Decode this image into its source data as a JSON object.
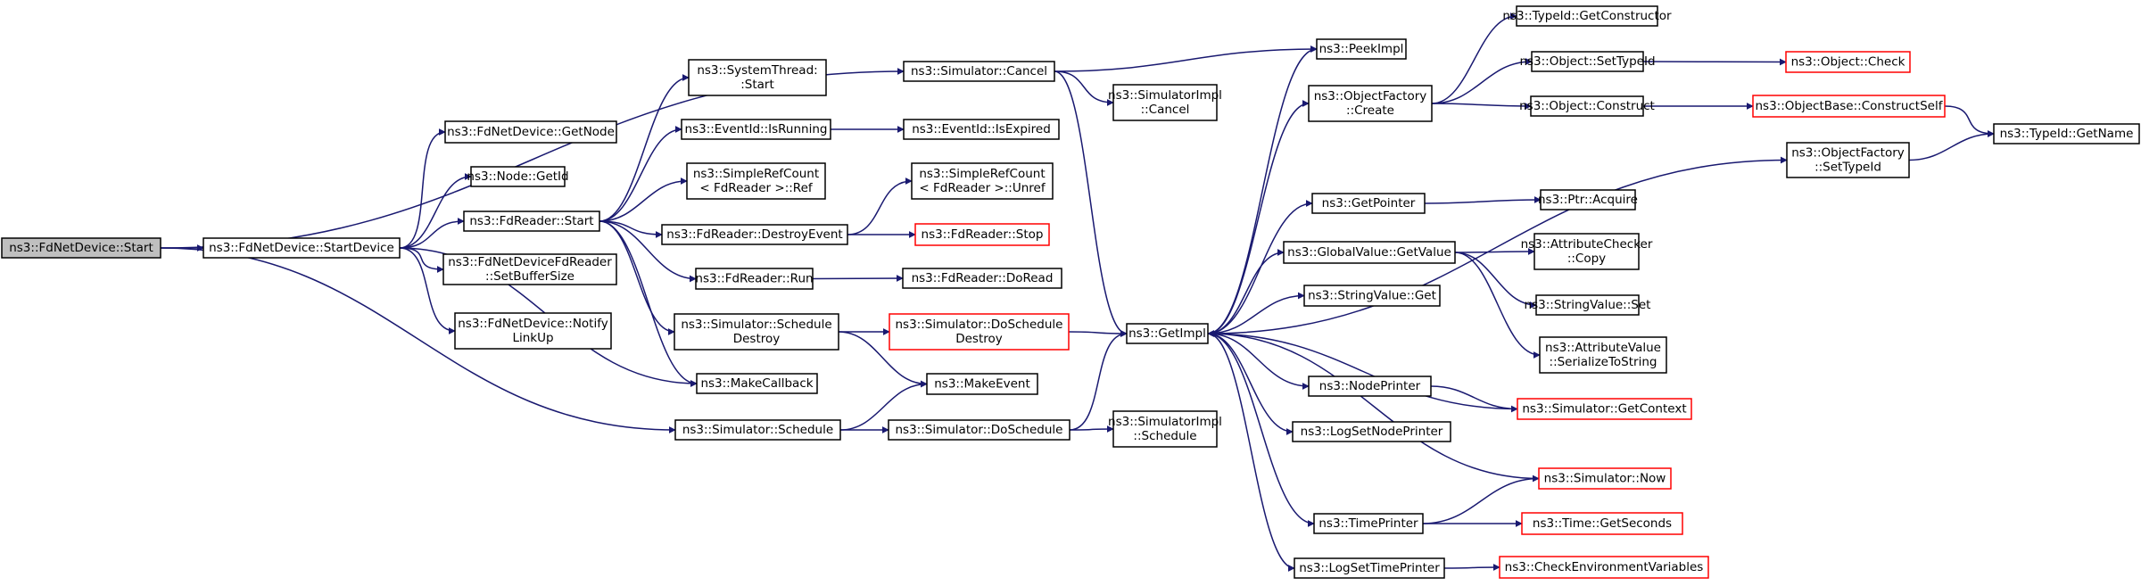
{
  "colors": {
    "edge": "#191970",
    "root_fill": "#bfbfbf",
    "external_border": "#ff0000",
    "node_border": "#000000"
  },
  "nodes": {
    "n_start": {
      "lines": [
        "ns3::FdNetDevice::Start"
      ],
      "style": "root"
    },
    "n_startdev": {
      "lines": [
        "ns3::FdNetDevice::StartDevice"
      ]
    },
    "n_cancel": {
      "lines": [
        "ns3::Simulator::Cancel"
      ]
    },
    "n_schedule": {
      "lines": [
        "ns3::Simulator::Schedule"
      ]
    },
    "n_getnode": {
      "lines": [
        "ns3::FdNetDevice::GetNode"
      ]
    },
    "n_getid": {
      "lines": [
        "ns3::Node::GetId"
      ]
    },
    "n_frstart": {
      "lines": [
        "ns3::FdReader::Start"
      ]
    },
    "n_setbuf": {
      "lines": [
        "ns3::FdNetDeviceFdReader",
        "::SetBufferSize"
      ]
    },
    "n_notify": {
      "lines": [
        "ns3::FdNetDevice::Notify",
        "LinkUp"
      ]
    },
    "n_makecb": {
      "lines": [
        "ns3::MakeCallback"
      ]
    },
    "n_systhread": {
      "lines": [
        "ns3::SystemThread:",
        ":Start"
      ]
    },
    "n_isrunning": {
      "lines": [
        "ns3::EventId::IsRunning"
      ]
    },
    "n_simpleref": {
      "lines": [
        "ns3::SimpleRefCount",
        "< FdReader >::Ref"
      ]
    },
    "n_destroyev": {
      "lines": [
        "ns3::FdReader::DestroyEvent"
      ]
    },
    "n_run": {
      "lines": [
        "ns3::FdReader::Run"
      ]
    },
    "n_schdestroy": {
      "lines": [
        "ns3::Simulator::Schedule",
        "Destroy"
      ]
    },
    "n_makeevent": {
      "lines": [
        "ns3::MakeEvent"
      ]
    },
    "n_doschedule": {
      "lines": [
        "ns3::Simulator::DoSchedule"
      ]
    },
    "n_simimplcancel": {
      "lines": [
        "ns3::SimulatorImpl",
        "::Cancel"
      ]
    },
    "n_isexpired": {
      "lines": [
        "ns3::EventId::IsExpired"
      ]
    },
    "n_unref": {
      "lines": [
        "ns3::SimpleRefCount",
        "< FdReader >::Unref"
      ]
    },
    "n_stop": {
      "lines": [
        "ns3::FdReader::Stop"
      ],
      "style": "red"
    },
    "n_doread": {
      "lines": [
        "ns3::FdReader::DoRead"
      ]
    },
    "n_doschdestroy": {
      "lines": [
        "ns3::Simulator::DoSchedule",
        "Destroy"
      ],
      "style": "red"
    },
    "n_simimplsched": {
      "lines": [
        "ns3::SimulatorImpl",
        "::Schedule"
      ]
    },
    "n_getimpl": {
      "lines": [
        "ns3::GetImpl"
      ]
    },
    "n_peekimpl": {
      "lines": [
        "ns3::PeekImpl"
      ]
    },
    "n_objfactcreate": {
      "lines": [
        "ns3::ObjectFactory",
        "::Create"
      ]
    },
    "n_getpointer": {
      "lines": [
        "ns3::GetPointer"
      ]
    },
    "n_gvgetvalue": {
      "lines": [
        "ns3::GlobalValue::GetValue"
      ]
    },
    "n_strvalget": {
      "lines": [
        "ns3::StringValue::Get"
      ]
    },
    "n_nodeprinter": {
      "lines": [
        "ns3::NodePrinter"
      ]
    },
    "n_logsetnode": {
      "lines": [
        "ns3::LogSetNodePrinter"
      ]
    },
    "n_timeprinter": {
      "lines": [
        "ns3::TimePrinter"
      ]
    },
    "n_logsettime": {
      "lines": [
        "ns3::LogSetTimePrinter"
      ]
    },
    "n_getctor": {
      "lines": [
        "ns3::TypeId::GetConstructor"
      ]
    },
    "n_settypeid": {
      "lines": [
        "ns3::Object::SetTypeId"
      ]
    },
    "n_construct": {
      "lines": [
        "ns3::Object::Construct"
      ]
    },
    "n_ofsettypeid": {
      "lines": [
        "ns3::ObjectFactory",
        "::SetTypeId"
      ]
    },
    "n_ptracquire": {
      "lines": [
        "ns3::Ptr::Acquire"
      ]
    },
    "n_attrcheckcopy": {
      "lines": [
        "ns3::AttributeChecker",
        "::Copy"
      ]
    },
    "n_strvalset": {
      "lines": [
        "ns3::StringValue::Set"
      ]
    },
    "n_attrvalser": {
      "lines": [
        "ns3::AttributeValue",
        "::SerializeToString"
      ]
    },
    "n_getcontext": {
      "lines": [
        "ns3::Simulator::GetContext"
      ],
      "style": "red"
    },
    "n_simnow": {
      "lines": [
        "ns3::Simulator::Now"
      ],
      "style": "red"
    },
    "n_getseconds": {
      "lines": [
        "ns3::Time::GetSeconds"
      ],
      "style": "red"
    },
    "n_checkenv": {
      "lines": [
        "ns3::CheckEnvironmentVariables"
      ],
      "style": "red"
    },
    "n_objcheck": {
      "lines": [
        "ns3::Object::Check"
      ],
      "style": "red"
    },
    "n_constructself": {
      "lines": [
        "ns3::ObjectBase::ConstructSelf"
      ],
      "style": "red"
    },
    "n_getname": {
      "lines": [
        "ns3::TypeId::GetName"
      ]
    }
  },
  "edges": [
    [
      "n_start",
      "n_startdev"
    ],
    [
      "n_start",
      "n_cancel"
    ],
    [
      "n_start",
      "n_schedule"
    ],
    [
      "n_startdev",
      "n_getnode"
    ],
    [
      "n_startdev",
      "n_getid"
    ],
    [
      "n_startdev",
      "n_frstart"
    ],
    [
      "n_startdev",
      "n_setbuf"
    ],
    [
      "n_startdev",
      "n_notify"
    ],
    [
      "n_startdev",
      "n_makecb"
    ],
    [
      "n_frstart",
      "n_systhread"
    ],
    [
      "n_frstart",
      "n_isrunning"
    ],
    [
      "n_frstart",
      "n_simpleref"
    ],
    [
      "n_frstart",
      "n_destroyev"
    ],
    [
      "n_frstart",
      "n_run"
    ],
    [
      "n_frstart",
      "n_schdestroy"
    ],
    [
      "n_frstart",
      "n_makecb"
    ],
    [
      "n_isrunning",
      "n_isexpired"
    ],
    [
      "n_destroyev",
      "n_unref"
    ],
    [
      "n_destroyev",
      "n_stop"
    ],
    [
      "n_run",
      "n_doread"
    ],
    [
      "n_schdestroy",
      "n_doschdestroy"
    ],
    [
      "n_schdestroy",
      "n_makeevent"
    ],
    [
      "n_schedule",
      "n_makeevent"
    ],
    [
      "n_schedule",
      "n_doschedule"
    ],
    [
      "n_cancel",
      "n_simimplcancel"
    ],
    [
      "n_cancel",
      "n_peekimpl"
    ],
    [
      "n_cancel",
      "n_getimpl"
    ],
    [
      "n_doschdestroy",
      "n_getimpl"
    ],
    [
      "n_doschedule",
      "n_getimpl"
    ],
    [
      "n_doschedule",
      "n_simimplsched"
    ],
    [
      "n_getimpl",
      "n_peekimpl"
    ],
    [
      "n_getimpl",
      "n_objfactcreate"
    ],
    [
      "n_getimpl",
      "n_ofsettypeid"
    ],
    [
      "n_getimpl",
      "n_getpointer"
    ],
    [
      "n_getimpl",
      "n_gvgetvalue"
    ],
    [
      "n_getimpl",
      "n_strvalget"
    ],
    [
      "n_getimpl",
      "n_nodeprinter"
    ],
    [
      "n_getimpl",
      "n_logsetnode"
    ],
    [
      "n_getimpl",
      "n_timeprinter"
    ],
    [
      "n_getimpl",
      "n_logsettime"
    ],
    [
      "n_getcontext",
      "n_getimpl"
    ],
    [
      "n_simnow",
      "n_getimpl"
    ],
    [
      "n_objfactcreate",
      "n_getctor"
    ],
    [
      "n_objfactcreate",
      "n_settypeid"
    ],
    [
      "n_objfactcreate",
      "n_construct"
    ],
    [
      "n_settypeid",
      "n_objcheck"
    ],
    [
      "n_construct",
      "n_constructself"
    ],
    [
      "n_constructself",
      "n_getname"
    ],
    [
      "n_ofsettypeid",
      "n_getname"
    ],
    [
      "n_getpointer",
      "n_ptracquire"
    ],
    [
      "n_gvgetvalue",
      "n_attrcheckcopy"
    ],
    [
      "n_gvgetvalue",
      "n_strvalset"
    ],
    [
      "n_gvgetvalue",
      "n_attrvalser"
    ],
    [
      "n_nodeprinter",
      "n_getcontext"
    ],
    [
      "n_timeprinter",
      "n_simnow"
    ],
    [
      "n_timeprinter",
      "n_getseconds"
    ],
    [
      "n_logsettime",
      "n_checkenv"
    ]
  ]
}
